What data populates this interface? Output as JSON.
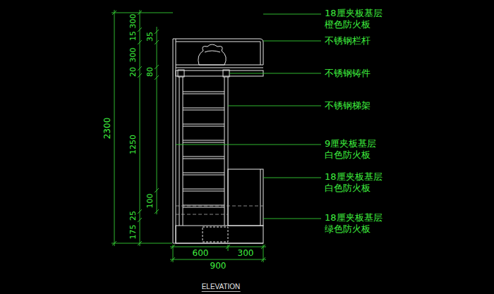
{
  "diagram": {
    "caption": "ELEVATION",
    "labels": [
      "18厘夹板基层 橙色防火板",
      "不锈钢栏杆",
      "不锈钢铸件",
      "不锈钢梯架",
      "9厘夹板基层 白色防火板",
      "18厘夹板基层 白色防火板",
      "18厘夹板基层 绿色防火板",
      "2300",
      "300",
      "15",
      "35",
      "300",
      "80",
      "20",
      "1250",
      "100",
      "25",
      "175",
      "600",
      "300",
      "900"
    ]
  }
}
